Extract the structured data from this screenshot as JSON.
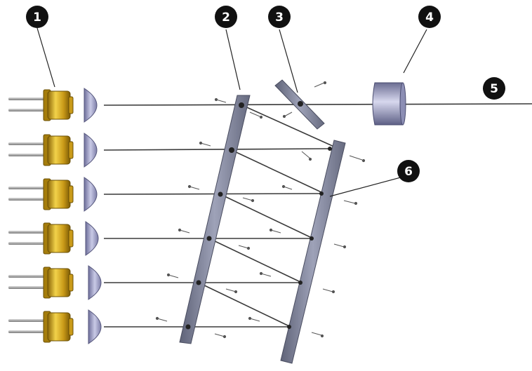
{
  "callouts": [
    {
      "id": "c1",
      "label": "1"
    },
    {
      "id": "c2",
      "label": "2"
    },
    {
      "id": "c3",
      "label": "3"
    },
    {
      "id": "c4",
      "label": "4"
    },
    {
      "id": "c5",
      "label": "5"
    },
    {
      "id": "c6",
      "label": "6"
    }
  ],
  "colors": {
    "callout_fill": "#111111",
    "callout_text": "#ffffff",
    "laser_body": "#b88a10",
    "laser_highlight": "#f2d24a",
    "pins": "#8a8a8a",
    "lens": "#8e8fb6",
    "plate": "#7b7f97",
    "beam": "#3a3a3a"
  },
  "icons": {
    "laser_diode": "laser-diode-icon",
    "collimating_lens": "collimating-lens-icon",
    "filter_plate": "filter-plate-icon",
    "output_lens": "output-lens-icon"
  }
}
